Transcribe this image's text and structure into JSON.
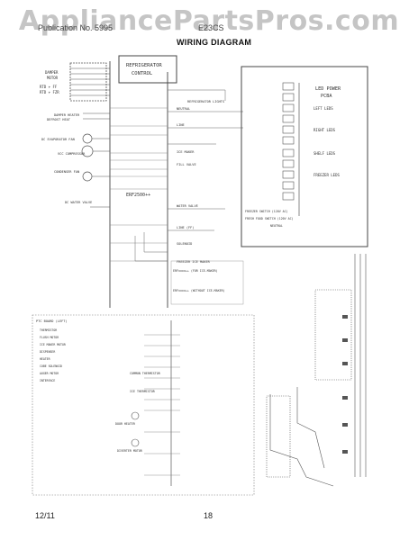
{
  "watermark": "AppliancePartsPros.com",
  "header": {
    "left": "Publication No. 5995",
    "right": "E23CS"
  },
  "diagram": {
    "title": "WIRING DIAGRAM",
    "top_panel": {
      "control_label": [
        "REFRIGERATOR",
        "CONTROL"
      ],
      "model_label": "ERF2500++",
      "damper_motor": [
        "DAMPER",
        "MOTOR"
      ],
      "rtd_labels": [
        "RTD + FF",
        "RTD + FZR"
      ],
      "left_items": [
        "DAMPER HEATER",
        "DEFROST HEAT",
        "DC EVAPORATOR FAN",
        "VCC COMPRESSOR",
        "CONDENSER FAN",
        "DC WATER VALVE"
      ],
      "middle_labels": [
        "REFRIGERATOR LIGHTS",
        "NEUTRAL",
        "LINE",
        "ICE MAKER",
        "FILL VALVE",
        "WATER VALVE",
        "LINE (FF)",
        "SOLENOID",
        "FREEZER ICE MAKER"
      ],
      "led_board": [
        "LED POWER",
        "PCBA"
      ],
      "led_groups": [
        "LEFT LEDS",
        "RIGHT LEDS",
        "SHELF LEDS",
        "FREEZER LEDS"
      ],
      "switch_labels": [
        "FREEZER SWITCH (120V AC)",
        "FRESH FOOD SWITCH (120V AC)",
        "NEUTRAL"
      ],
      "notes": [
        "ERFxxxx++ (FOR ICE-MAKER)",
        "ERFxxxx++ (WITHOUT ICE-MAKER)"
      ]
    },
    "bottom_panel": {
      "title": "PTC BOARD (LEFT)",
      "notes": [
        "THERMISTOR",
        "FLUSH MOTOR",
        "ICE MAKER MOTOR",
        "DISPENSER",
        "HEATER",
        "CUBE SOLENOID",
        "AUGER MOTOR",
        "INTERFACE"
      ],
      "center_labels": [
        "COMMON THERMISTOR",
        "ICE THERMISTOR",
        "DOOR HEATER",
        "DIVERTER MOTOR"
      ]
    }
  },
  "footer": {
    "date": "12/11",
    "page": "18"
  }
}
